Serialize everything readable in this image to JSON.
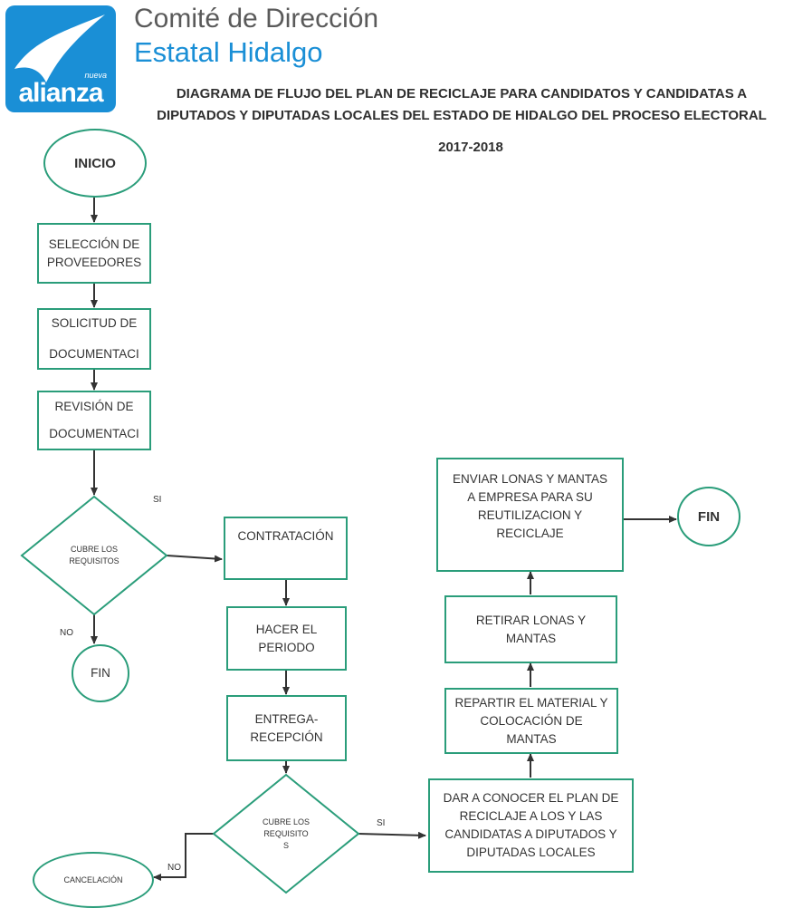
{
  "header": {
    "logo_small": "nueva",
    "logo_word": "alianza",
    "org_line1": "Comité de Dirección",
    "org_line2": "Estatal Hidalgo",
    "title_line1": "DIAGRAMA DE FLUJO DEL PLAN DE RECICLAJE PARA CANDIDATOS Y CANDIDATAS A",
    "title_line2": "DIPUTADOS Y DIPUTADAS LOCALES DEL ESTADO DE HIDALGO DEL PROCESO ELECTORAL",
    "period": "2017-2018"
  },
  "colors": {
    "brand_blue": "#1a8fd6",
    "node_border": "#2a9d7a",
    "arrow": "#333333"
  },
  "nodes": {
    "inicio": "INICIO",
    "seleccion": "SELECCIÓN DE\nPROVEEDORES",
    "solicitud": "SOLICITUD DE\nDOCUMENTACI",
    "revision": "REVISIÓN DE\nDOCUMENTACI",
    "cubre1": "CUBRE LOS\nREQUISITOS",
    "fin1": "FIN",
    "contratacion": "CONTRATACIÓN",
    "hacer": "HACER EL\nPERIODO",
    "entrega": "ENTREGA-\nRECEPCIÓN",
    "cubre2": "CUBRE LOS\nREQUISITO\nS",
    "cancelacion": "CANCELACIÓN",
    "dar": "DAR A CONOCER EL PLAN DE\nRECICLAJE A LOS Y LAS\nCANDIDATAS A DIPUTADOS Y\nDIPUTADAS LOCALES",
    "repartir": "REPARTIR EL MATERIAL Y\nCOLOCACIÓN DE\nMANTAS",
    "retirar": "RETIRAR LONAS Y\nMANTAS",
    "enviar": "ENVIAR LONAS Y MANTAS\nA EMPRESA PARA SU\nREUTILIZACION Y\nRECICLAJE",
    "fin2": "FIN"
  },
  "edge_labels": {
    "si1": "SI",
    "no1": "NO",
    "si2": "SI",
    "no2": "NO"
  }
}
